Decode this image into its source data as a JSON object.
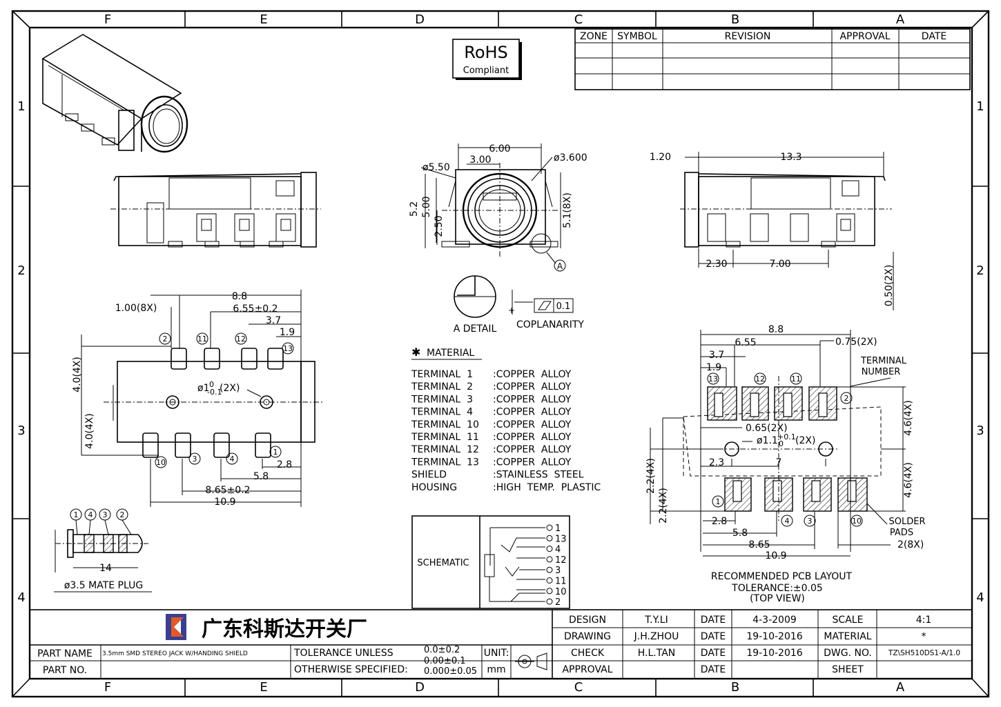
{
  "rohs": {
    "line1": "RoHS",
    "line2": "Compliant"
  },
  "zones": {
    "cols": [
      "F",
      "E",
      "D",
      "C",
      "B",
      "A"
    ],
    "rows": [
      "1",
      "2",
      "3",
      "4"
    ]
  },
  "revision_table": {
    "headers": [
      "ZONE",
      "SYMBOL",
      "REVISION",
      "APPROVAL",
      "DATE"
    ]
  },
  "front_view": {
    "dim_top": "6.00",
    "dim_half": "3.00",
    "dim_dia_small": "ø3.600",
    "dim_dia_big": "ø5.50",
    "dim_52": "5.2",
    "dim_500": "5.00",
    "dim_250": "2.50",
    "dim_51": "5.1(8X)",
    "detail_callout": "A"
  },
  "detail_view": {
    "label": "A DETAIL",
    "coplanarity_label": "COPLANARITY",
    "tolerance_value": "0.1"
  },
  "right_view": {
    "dim_120": "1.20",
    "dim_133": "13.3",
    "dim_230": "2.30",
    "dim_700": "7.00",
    "dim_050": "0.50(2X)"
  },
  "bottom_view": {
    "dim_88": "8.8",
    "dim_100": "1.00(8X)",
    "dim_655": "6.55±0.2",
    "dim_37": "3.7",
    "dim_19": "1.9",
    "dim_40a": "4.0(4X)",
    "dim_40b": "4.0(4X)",
    "hole_note": "ø1",
    "dim_28": "2.8",
    "dim_58": "5.8",
    "dim_865": "8.65±0.2",
    "dim_109": "10.9",
    "terminals_top": [
      "2",
      "11",
      "12",
      "13"
    ],
    "terminals_bottom": [
      "10",
      "3",
      "4",
      "1"
    ]
  },
  "plug": {
    "label": "ø3.5 MATE PLUG",
    "dim": "14",
    "rings": [
      "1",
      "4",
      "3",
      "2"
    ]
  },
  "material": {
    "title": "MATERIAL",
    "rows": [
      {
        "part": "TERMINAL  1",
        "mat": ":COPPER  ALLOY"
      },
      {
        "part": "TERMINAL  2",
        "mat": ":COPPER  ALLOY"
      },
      {
        "part": "TERMINAL  3",
        "mat": ":COPPER  ALLOY"
      },
      {
        "part": "TERMINAL  4",
        "mat": ":COPPER  ALLOY"
      },
      {
        "part": "TERMINAL  10",
        "mat": ":COPPER  ALLOY"
      },
      {
        "part": "TERMINAL  11",
        "mat": ":COPPER  ALLOY"
      },
      {
        "part": "TERMINAL  12",
        "mat": ":COPPER  ALLOY"
      },
      {
        "part": "TERMINAL  13",
        "mat": ":COPPER  ALLOY"
      },
      {
        "part": "SHIELD",
        "mat": ":STAINLESS  STEEL"
      },
      {
        "part": "HOUSING",
        "mat": ":HIGH  TEMP.  PLASTIC"
      }
    ]
  },
  "schematic": {
    "label": "SCHEMATIC",
    "pins": [
      "1",
      "13",
      "4",
      "12",
      "3",
      "11",
      "10",
      "2"
    ]
  },
  "pcb": {
    "dim_88": "8.8",
    "dim_655": "6.55",
    "dim_075": "0.75(2X)",
    "dim_37": "3.7",
    "dim_19": "1.9",
    "dim_065": "0.65(2X)",
    "dim_hole": "ø1.1",
    "dim_23": "2.3",
    "dim_7": "7",
    "dim_46a": "4.6(4X)",
    "dim_46b": "4.6(4X)",
    "dim_22a": "2.2(4X)",
    "dim_22b": "2.2(4X)",
    "dim_28": "2.8",
    "dim_58": "5.8",
    "dim_865": "8.65",
    "dim_109": "10.9",
    "dim_2": "2(8X)",
    "terminal_number": "TERMINAL\nNUMBER",
    "terminal_number_l1": "TERMINAL",
    "terminal_number_l2": "NUMBER",
    "solder_l1": "SOLDER",
    "solder_l2": "PADS",
    "pads_top": [
      "13",
      "12",
      "11",
      "2"
    ],
    "pads_bottom": [
      "1",
      "4",
      "3",
      "10"
    ],
    "caption_l1": "RECOMMENDED PCB LAYOUT",
    "caption_l2": "TOLERANCE:±0.05",
    "caption_l3": "(TOP VIEW)"
  },
  "title_block": {
    "company": "广东科斯达开关厂",
    "part_name_label": "PART NAME",
    "part_name": "3.5mm SMD STEREO JACK W/HANDING SHIELD",
    "part_no_label": "PART NO.",
    "tol_l1": "TOLERANCE UNLESS",
    "tol_l2": "OTHERWISE SPECIFIED:",
    "tol_v1": "0.0±0.2",
    "tol_v2": "0.00±0.1",
    "tol_v3": "0.000±0.05",
    "unit_label": "UNIT:",
    "unit": "mm",
    "design_label": "DESIGN",
    "design": "T.Y.LI",
    "design_date_label": "DATE",
    "design_date": "4-3-2009",
    "drawing_label": "DRAWING",
    "drawing": "J.H.ZHOU",
    "drawing_date_label": "DATE",
    "drawing_date": "19-10-2016",
    "check_label": "CHECK",
    "check": "H.L.TAN",
    "check_date_label": "DATE",
    "check_date": "19-10-2016",
    "approval_label": "APPROVAL",
    "approval_date_label": "DATE",
    "scale_label": "SCALE",
    "scale": "4:1",
    "material_label": "MATERIAL",
    "material": "*",
    "dwg_label": "DWG. NO.",
    "dwg": "TZ\\SH510DS1-A/1.0",
    "sheet_label": "SHEET"
  }
}
